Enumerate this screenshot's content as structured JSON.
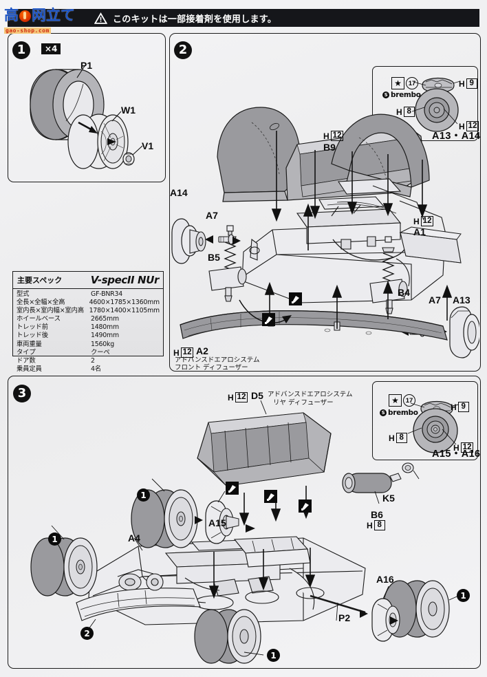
{
  "document": {
    "type": "model-kit-assembly-instructions",
    "warning_text": "このキットは一部接着剤を使用します。",
    "warning_icon": "warning-triangle-icon",
    "header_title_partial": "立て"
  },
  "watermark": {
    "main": "高　网立て",
    "char1": "高",
    "char2": "网",
    "char3": "立て",
    "sub": "gao-shop.com"
  },
  "steps": [
    {
      "number": "1",
      "quantity": "×4"
    },
    {
      "number": "2"
    },
    {
      "number": "3"
    }
  ],
  "step1": {
    "labels": [
      {
        "id": "P1",
        "text": "P1"
      },
      {
        "id": "W1",
        "text": "W1"
      },
      {
        "id": "V1",
        "text": "V1"
      }
    ]
  },
  "step2": {
    "labels": [
      {
        "text": "A14"
      },
      {
        "text": "A7"
      },
      {
        "text": "B5"
      },
      {
        "text": "B9"
      },
      {
        "text": "A1"
      },
      {
        "text": "B4"
      },
      {
        "text": "A7"
      },
      {
        "text": "A13"
      },
      {
        "text": "A2"
      }
    ],
    "h_labels": [
      {
        "prefix": "H",
        "num": "12"
      },
      {
        "prefix": "H",
        "num": "12"
      },
      {
        "prefix": "H",
        "num": "12"
      }
    ],
    "annotation": {
      "line1": "アドバンスドエアロシステム",
      "line2": "フロント ディフューザー"
    }
  },
  "step3": {
    "labels": [
      {
        "text": "D5"
      },
      {
        "text": "A15"
      },
      {
        "text": "A4"
      },
      {
        "text": "K5"
      },
      {
        "text": "B6"
      },
      {
        "text": "A16"
      },
      {
        "text": "P2"
      }
    ],
    "h_labels": [
      {
        "prefix": "H",
        "num": "12"
      },
      {
        "prefix": "H",
        "num": "8"
      }
    ],
    "annotation": {
      "line1": "アドバンスドエアロシステム",
      "line2": "リヤ ディフューザー"
    },
    "markers": [
      "1",
      "1",
      "1",
      "1",
      "2"
    ]
  },
  "subpanel_front": {
    "caption": "A13・A14",
    "brand": "brembo",
    "star": "★",
    "circle_num": "17",
    "h_labels": [
      {
        "prefix": "H",
        "num": "9"
      },
      {
        "prefix": "H",
        "num": "8"
      },
      {
        "prefix": "H",
        "num": "12"
      }
    ]
  },
  "subpanel_rear": {
    "caption": "A15・A16",
    "brand": "brembo",
    "star": "★",
    "circle_num": "17",
    "h_labels": [
      {
        "prefix": "H",
        "num": "9"
      },
      {
        "prefix": "H",
        "num": "8"
      },
      {
        "prefix": "H",
        "num": "12"
      }
    ]
  },
  "spec_table": {
    "title": "主要スペック",
    "model_badge": "V-specII NUr",
    "rows": [
      {
        "key": "型式",
        "value": "GF-BNR34"
      },
      {
        "key": "全長×全幅×全高",
        "value": "4600×1785×1360mm"
      },
      {
        "key": "室内長×室内幅×室内高",
        "value": "1780×1400×1105mm"
      },
      {
        "key": "ホイールベース",
        "value": "2665mm"
      },
      {
        "key": "トレッド前",
        "value": "1480mm"
      },
      {
        "key": "トレッド後",
        "value": "1490mm"
      },
      {
        "key": "車両重量",
        "value": "1560kg"
      },
      {
        "key": "タイプ",
        "value": "クーペ"
      },
      {
        "key": "ドア数",
        "value": "2"
      },
      {
        "key": "乗員定員",
        "value": "4名"
      }
    ]
  },
  "colors": {
    "ink": "#101010",
    "paper": "#f0f0f2",
    "shade_dark": "#9a9a9e",
    "shade_mid": "#b4b4b8",
    "shade_light": "#d4d4d8"
  }
}
